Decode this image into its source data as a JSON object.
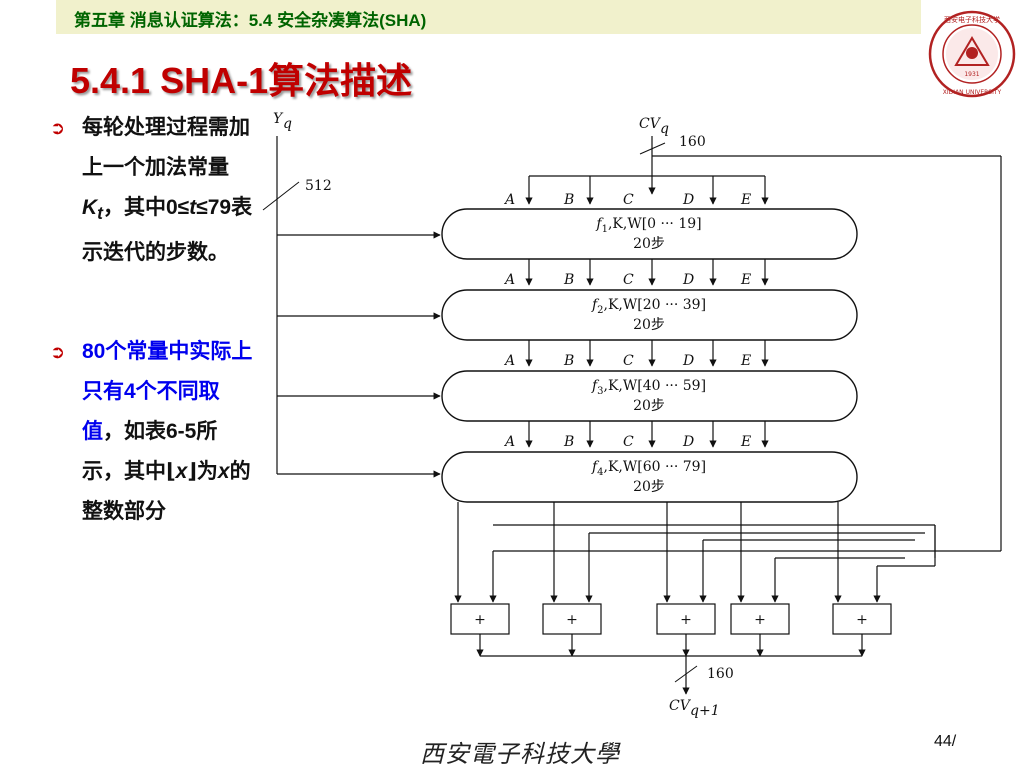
{
  "header": {
    "chapter": "第五章 消息认证算法：5.4 安全杂凑算法(SHA)",
    "title": "5.4.1 SHA-1算法描述"
  },
  "bullets": [
    {
      "segments": [
        "每轮处理过程需加上一个加法常量",
        "K",
        "t",
        "，其中0≤",
        "t",
        "≤79表示迭代的步数。"
      ]
    },
    {
      "segments": [
        "80个常量中实际上只有4个不同取值",
        "，如表6-5所示，其中",
        "⌊",
        "x",
        "⌋",
        "为",
        "x",
        "的整数部分"
      ]
    }
  ],
  "diagram": {
    "input_label": "Y",
    "input_sub": "q",
    "input_width": "512",
    "cv_in": "CV",
    "cv_in_sub": "q",
    "cv_width_in": "160",
    "regs": [
      "A",
      "B",
      "C",
      "D",
      "E"
    ],
    "rounds": [
      {
        "func": "f",
        "func_sub": "1",
        "rest": ",K,W[0 ··· 19]",
        "steps": "20步"
      },
      {
        "func": "f",
        "func_sub": "2",
        "rest": ",K,W[20 ··· 39]",
        "steps": "20步"
      },
      {
        "func": "f",
        "func_sub": "3",
        "rest": ",K,W[40 ··· 59]",
        "steps": "20步"
      },
      {
        "func": "f",
        "func_sub": "4",
        "rest": ",K,W[60 ··· 79]",
        "steps": "20步"
      }
    ],
    "adder": "+",
    "cv_width_out": "160",
    "cv_out": "CV",
    "cv_out_sub": "q+1"
  },
  "seal": {
    "text": "西安电子科技大学 · XIDIAN UNIVERSITY",
    "year": "1931"
  },
  "footer": {
    "signature": "西安電子科技大學",
    "page": "44/"
  }
}
